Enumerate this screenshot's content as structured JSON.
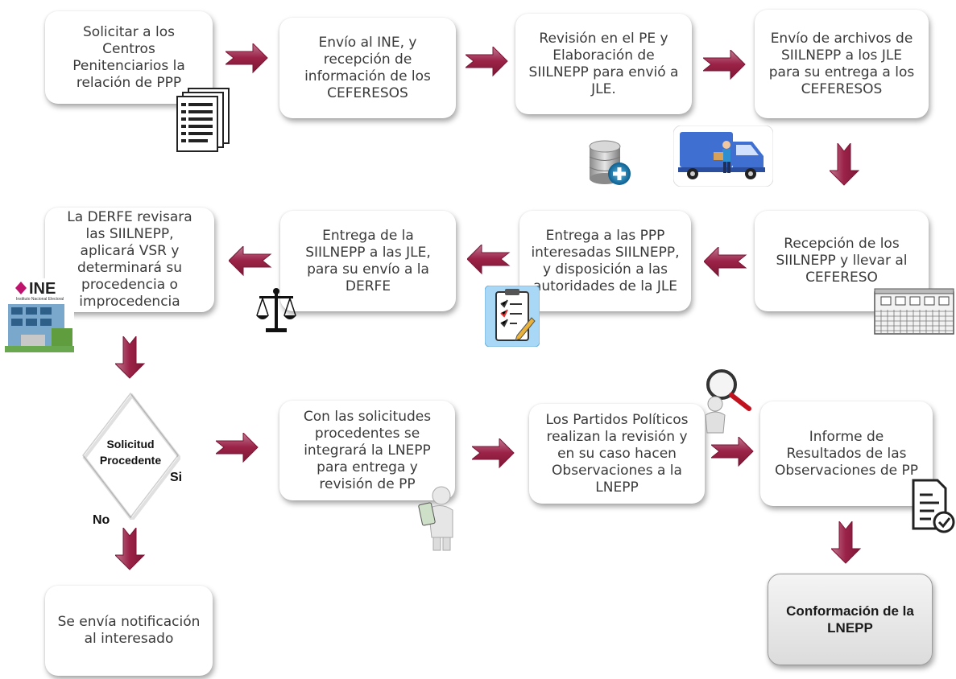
{
  "steps": {
    "s1": "Solicitar a los Centros Penitenciarios la relación de PPP",
    "s2": "Envío al INE, y recepción de información de los CEFERESOS",
    "s3": "Revisión en el PE y Elaboración de SIILNEPP para envió a JLE.",
    "s4": "Envío de archivos de SIILNEPP a los JLE para su entrega a los  CEFERESOS",
    "s5": "Recepción de los SIILNEPP y llevar al CEFERESO",
    "s6": "Entrega a las PPP interesadas SIILNEPP, y disposición a las autoridades de la JLE",
    "s7": "Entrega de la SIILNEPP a las JLE, para su envío a la DERFE",
    "s8": "La DERFE revisara las SIILNEPP, aplicará VSR y determinará su procedencia o improcedencia",
    "s9": "Con las solicitudes procedentes se integrará la LNEPP para entrega y revisión de PP",
    "s10": "Los Partidos Políticos realizan la revisión y en su caso hacen Observaciones a la LNEPP",
    "s11": "Informe de Resultados de las Observaciones de PP",
    "s12": "Se envía notificación al interesado",
    "final": "Conformación de la LNEPP"
  },
  "decision": {
    "label_line1": "Solicitud",
    "label_line2": "Procedente",
    "yes": "Si",
    "no": "No"
  },
  "logo": {
    "name": "INE",
    "subtitle": "Instituto Nacional Electoral"
  },
  "colors": {
    "arrow_fill": "#9b2248",
    "arrow_light": "#c98aa0",
    "box_bg": "#ffffff",
    "final_bg": "#e4e4e4"
  }
}
